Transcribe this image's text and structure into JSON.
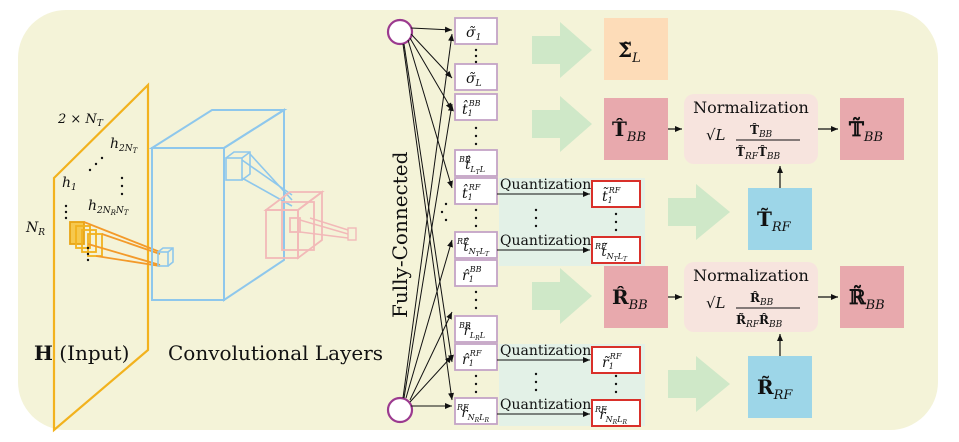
{
  "input": {
    "label_bold": "H",
    "label_rest": " (Input)",
    "dim_top": "2 × N",
    "dim_top_sub": "T",
    "dim_left": "N",
    "dim_left_sub": "R",
    "h1": "h",
    "h1_sub": "1",
    "h2nt": "h",
    "h2nt_sub": "2N",
    "h2nt_subsub": "T",
    "h2nrnt": "h",
    "h2nrnt_sub": "2N",
    "h2nrnt_subsub": "R",
    "h2nrnt_sub2": "N",
    "h2nrnt_subsub2": "T"
  },
  "conv": {
    "label": "Convolutional Layers"
  },
  "fc": {
    "label": "Fully-Connected"
  },
  "outputs": [
    {
      "key": "sigma1",
      "text": "σ̃",
      "sub": "1"
    },
    {
      "key": "sigmaL",
      "text": "σ̃",
      "sub": "L"
    },
    {
      "key": "tbb1",
      "text": "t̂",
      "sub": "1",
      "sup": "BB"
    },
    {
      "key": "tbbLTL",
      "text": "t̂",
      "sub": "L",
      "subsub": "T",
      "sub2": "L",
      "sup": "BB"
    },
    {
      "key": "trf1",
      "text": "t̂",
      "sub": "1",
      "sup": "RF"
    },
    {
      "key": "trfNTLT",
      "text": "t̂",
      "sub": "N",
      "subsub": "T",
      "sub2": "L",
      "subsub2": "T",
      "sup": "RF"
    },
    {
      "key": "rbb1",
      "text": "r̂",
      "sub": "1",
      "sup": "BB"
    },
    {
      "key": "rbbLRL",
      "text": "r̂",
      "sub": "L",
      "subsub": "R",
      "sub2": "L",
      "sup": "BB"
    },
    {
      "key": "rrf1",
      "text": "r̂",
      "sub": "1",
      "sup": "RF"
    },
    {
      "key": "rrfNRLR",
      "text": "r̂",
      "sub": "N",
      "subsub": "R",
      "sub2": "L",
      "subsub2": "R",
      "sup": "RF"
    }
  ],
  "quantization": {
    "label": "Quantization",
    "out_t1": {
      "text": "t̃",
      "sub": "1",
      "sup": "RF"
    },
    "out_tN": {
      "text": "t̃",
      "sub": "N",
      "subsub": "T",
      "sub2": "L",
      "subsub2": "T",
      "sup": "RF"
    },
    "out_r1": {
      "text": "r̃",
      "sub": "1",
      "sup": "RF"
    },
    "out_rN": {
      "text": "r̃",
      "sub": "N",
      "subsub": "R",
      "sub2": "L",
      "subsub2": "R",
      "sup": "RF"
    }
  },
  "blocks": {
    "sigma": {
      "text": "Σ̃",
      "sub": "L"
    },
    "tbb": {
      "text": "T̂",
      "sub": "BB"
    },
    "trf": {
      "text": "T̃",
      "sub": "RF"
    },
    "tfinal": {
      "text": "𝕋̃",
      "sub": "BB"
    },
    "rbb": {
      "text": "R̂",
      "sub": "BB"
    },
    "rrf": {
      "text": "R̃",
      "sub": "RF"
    },
    "rfinal": {
      "text": "ℝ̃",
      "sub": "BB"
    }
  },
  "normalization": {
    "label": "Normalization",
    "sqrt": "√L",
    "t_num": "T̂",
    "t_num_sub": "BB",
    "t_den1": "T̃",
    "t_den1_sub": "RF",
    "t_den2": "T̂",
    "t_den2_sub": "BB",
    "r_num": "R̂",
    "r_num_sub": "BB",
    "r_den1": "R̃",
    "r_den1_sub": "RF",
    "r_den2": "R̂",
    "r_den2_sub": "BB"
  },
  "colors": {
    "background": "#f4f3d8",
    "orange_box": "#fddcb8",
    "pink_box": "#e8a9ad",
    "blue_box": "#9dd6e8",
    "norm_box": "#f7e4de",
    "green_arrow": "#cfe8c8",
    "purple": "#9b3a8f",
    "input_yellow": "#f2b21e",
    "conv_blue": "#8ec7ec",
    "conv_pink": "#f2b9b8",
    "red_box": "#d9302a",
    "quant_band": "#e3f1e7"
  }
}
